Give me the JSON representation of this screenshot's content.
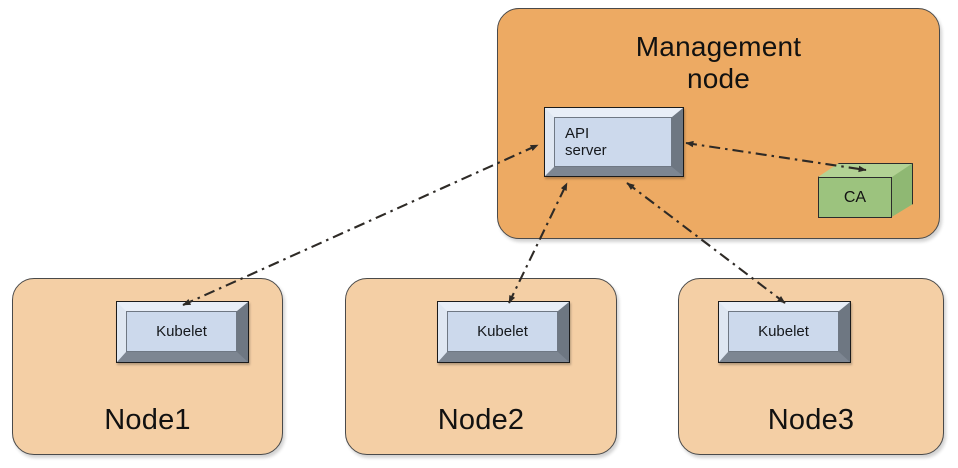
{
  "diagram": {
    "type": "architecture-diagram",
    "background_color": "#ffffff",
    "management": {
      "title": "Management\nnode",
      "fill_color": "#edaa63",
      "border_color": "#4a4a4a",
      "components": {
        "api_server": {
          "label": "API\nserver",
          "fill_color": "#ccd9ec",
          "shape": "beveled-box"
        },
        "ca": {
          "label": "CA",
          "fill_color": "#9cc37e",
          "shape": "cuboid"
        }
      }
    },
    "workers": [
      {
        "name": "Node1",
        "fill_color": "#f4cfa5",
        "component": {
          "label": "Kubelet",
          "fill_color": "#ccd9ec"
        }
      },
      {
        "name": "Node2",
        "fill_color": "#f4cfa5",
        "component": {
          "label": "Kubelet",
          "fill_color": "#ccd9ec"
        }
      },
      {
        "name": "Node3",
        "fill_color": "#f4cfa5",
        "component": {
          "label": "Kubelet",
          "fill_color": "#ccd9ec"
        }
      }
    ],
    "connections": [
      {
        "from": "Node1.Kubelet",
        "to": "api_server",
        "style": "dash-dot",
        "arrows": "both"
      },
      {
        "from": "Node2.Kubelet",
        "to": "api_server",
        "style": "dash-dot",
        "arrows": "both"
      },
      {
        "from": "Node3.Kubelet",
        "to": "api_server",
        "style": "dash-dot",
        "arrows": "both"
      },
      {
        "from": "api_server",
        "to": "ca",
        "style": "dash-dot",
        "arrows": "both"
      }
    ],
    "line_color": "#3a3430"
  }
}
